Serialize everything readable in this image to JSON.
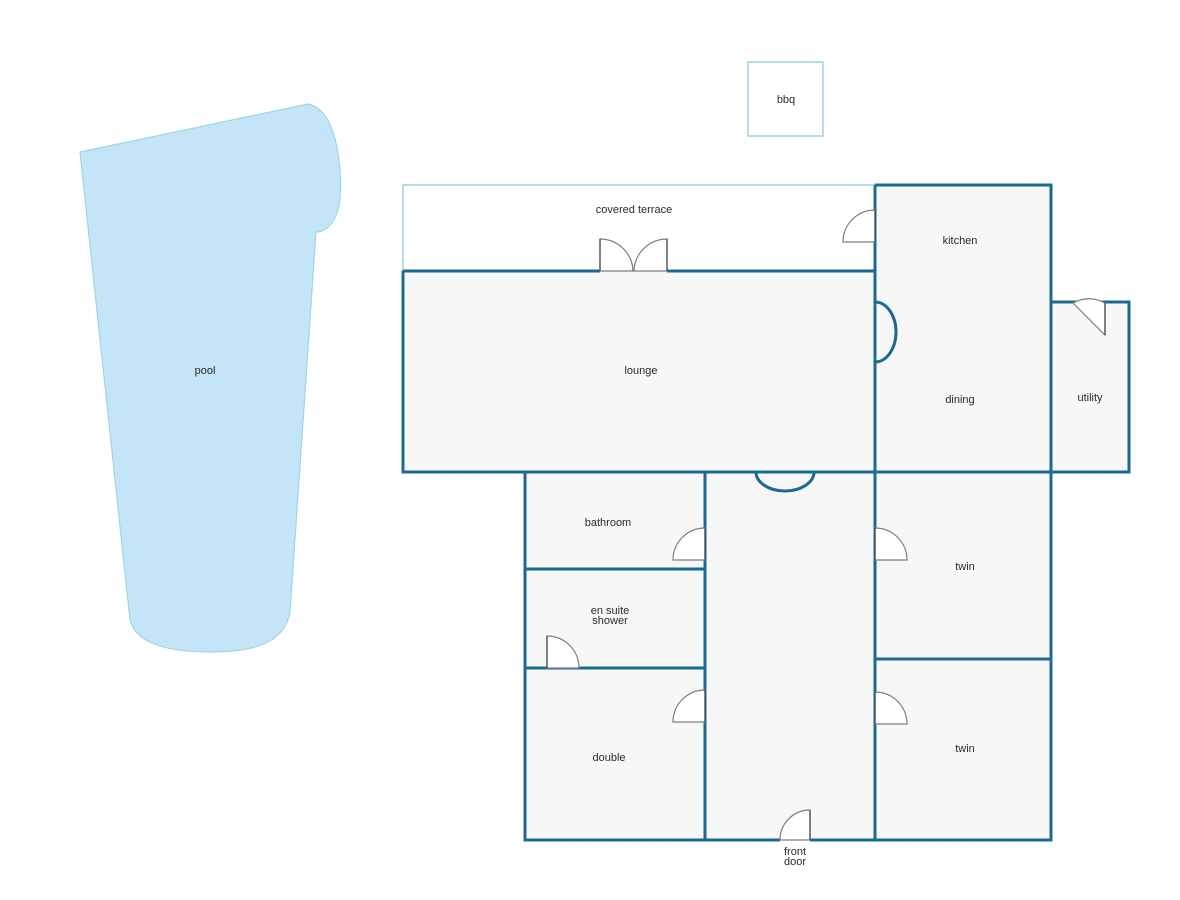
{
  "labels": {
    "bbq": "bbq",
    "covered_terrace": "covered terrace",
    "kitchen": "kitchen",
    "pool": "pool",
    "lounge": "lounge",
    "dining": "dining",
    "utility": "utility",
    "bathroom": "bathroom",
    "en_suite_line1": "en suite",
    "en_suite_line2": "shower",
    "twin_upper": "twin",
    "twin_lower": "twin",
    "double": "double",
    "front_door_line1": "front",
    "front_door_line2": "door"
  },
  "colors": {
    "wall": "#1b6a8f",
    "pool_fill": "#c4e5f7",
    "pool_stroke": "#9fd6e3",
    "room_fill": "#f7f7f7"
  }
}
